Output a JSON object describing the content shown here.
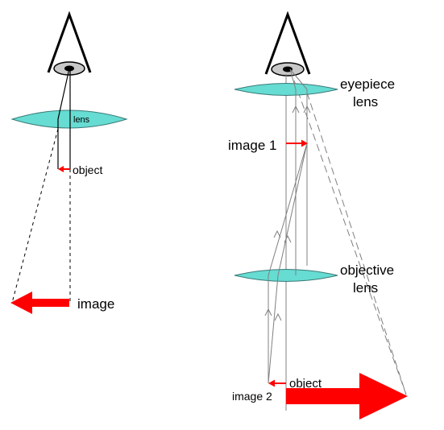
{
  "colors": {
    "lens_fill": "#66dcd2",
    "arrow": "#ff0000",
    "line": "#000000",
    "ray": "#808080",
    "eye_fill": "#c8c8c8"
  },
  "left_diagram": {
    "lens_label": "lens",
    "object_label": "object",
    "image_label": "image"
  },
  "right_diagram": {
    "eyepiece_label_line1": "eyepiece",
    "eyepiece_label_line2": "lens",
    "image1_label": "image 1",
    "objective_label_line1": "objective",
    "objective_label_line2": "lens",
    "object_label": "object",
    "image2_label": "image 2"
  }
}
